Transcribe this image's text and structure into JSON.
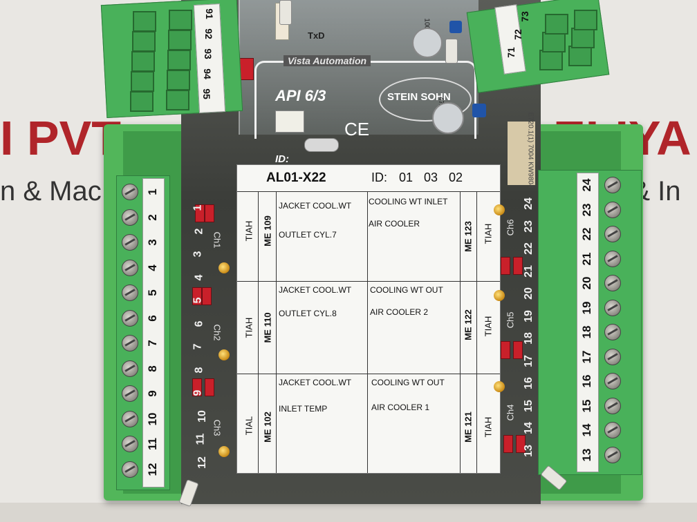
{
  "background": {
    "banner_left": "I PVT.",
    "banner_left_sub": "n & Mac",
    "banner_right": "ELIYA",
    "banner_right_sub": "e & In"
  },
  "board": {
    "brand": "Vista Automation",
    "model": "API 6/3",
    "maker": "STEIN SOHN",
    "txd": "TxD",
    "ce_mark": "CE",
    "id_short": "ID:",
    "cap_label": "47/u M 50V",
    "cap_label2": "100µ M 35V",
    "sticker": "E720.1(1) 7004 KW9804",
    "channels": [
      "Ch1",
      "Ch2",
      "Ch3",
      "Ch4",
      "Ch5",
      "Ch6"
    ]
  },
  "label_sheet": {
    "code": "AL01-X22",
    "id_label": "ID:",
    "id_values": [
      "01",
      "03",
      "02"
    ],
    "rows": [
      {
        "left_type": "TIAH",
        "left_tag": "ME 109",
        "left_line1": "JACKET COOL.WT",
        "left_line2": "OUTLET CYL.7",
        "right_line1": "COOLING WT INLET",
        "right_line2": "AIR COOLER",
        "right_tag": "ME 123",
        "right_type": "TIAH"
      },
      {
        "left_type": "TIAH",
        "left_tag": "ME 110",
        "left_line1": "JACKET COOL.WT",
        "left_line2": "OUTLET CYL.8",
        "right_line1": "COOLING WT OUT",
        "right_line2": "AIR COOLER 2",
        "right_tag": "ME 122",
        "right_type": "TIAH"
      },
      {
        "left_type": "TIAL",
        "left_tag": "ME 102",
        "left_line1": "JACKET COOL.WT",
        "left_line2": "INLET TEMP",
        "right_line1": "COOLING WT OUT",
        "right_line2": "AIR COOLER 1",
        "right_tag": "ME 121",
        "right_type": "TIAH"
      }
    ]
  },
  "terminals": {
    "top_left": [
      "91",
      "92",
      "93",
      "94",
      "95"
    ],
    "top_right": [
      "71",
      "72",
      "73"
    ],
    "left": [
      "1",
      "2",
      "3",
      "4",
      "5",
      "6",
      "7",
      "8",
      "9",
      "10",
      "11",
      "12"
    ],
    "right": [
      "24",
      "23",
      "22",
      "21",
      "20",
      "19",
      "18",
      "17",
      "16",
      "15",
      "14",
      "13"
    ],
    "pcb_left": [
      "1",
      "2",
      "3",
      "4",
      "5",
      "6",
      "7",
      "8",
      "9",
      "10",
      "11",
      "12"
    ],
    "pcb_right": [
      "24",
      "23",
      "22",
      "21",
      "20",
      "19",
      "18",
      "17",
      "16",
      "15",
      "14",
      "13"
    ]
  },
  "colors": {
    "housing": "#52b65a",
    "terminal": "#49b15a",
    "pcb": "#4a4c47",
    "banner_red": "#b0252a"
  }
}
